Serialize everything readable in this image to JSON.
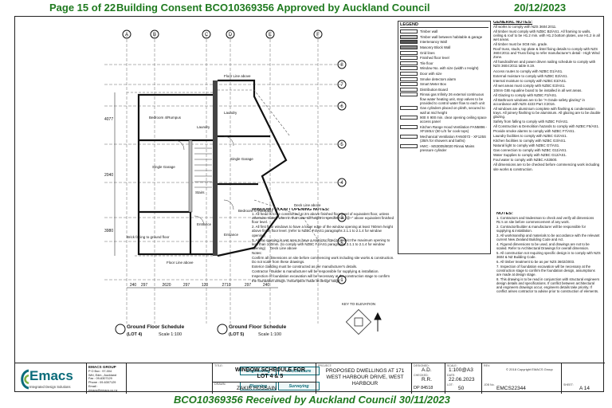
{
  "banner": {
    "page": "Page 15 of 22",
    "consent": "Building Consent BCO10369356 Approved by Auckland Council",
    "date": "20/12/2023"
  },
  "footer_banner": "BCO10369356 Received by Auckland Council 30/11/2023",
  "grid": {
    "columns": [
      "A",
      "B",
      "C",
      "D",
      "E",
      "F"
    ],
    "rows": [
      "8",
      "7",
      "6",
      "5",
      "4",
      "3",
      "2",
      "1"
    ]
  },
  "rooms": {
    "lot4": [
      "Bedroom 4/Rumpus",
      "Single Garage",
      "Entrance",
      "Laundry",
      "Stairs"
    ],
    "lot5": [
      "Laundry",
      "Single Garage",
      "Bedroom 4 (Rumpus)",
      "Entrance"
    ],
    "labels": [
      "Floor Line above",
      "Deck Line above",
      "Floor Line above",
      "Brick facing to ground floor",
      "Deck Line above"
    ]
  },
  "dims_bottom": [
    "240",
    "297",
    "2620",
    "297",
    "120",
    "2710",
    "297",
    "240"
  ],
  "dims_left": [
    "4077",
    "2040",
    "3980"
  ],
  "schedules": {
    "lot4_title": "Ground Floor Schedule",
    "lot4_lot": "(LOT 4)",
    "lot4_scale": "Scale 1:100",
    "lot5_title": "Ground Floor Schedule",
    "lot5_lot": "(LOT 5)",
    "lot5_scale": "Scale 1:100",
    "key": "KEY TO ELEVATION"
  },
  "legend": {
    "title": "LEGEND",
    "items": [
      {
        "label": "Timber wall",
        "fill": "#ffffff"
      },
      {
        "label": "Timber wall between habitable & garage",
        "fill": "#bdbdbd"
      },
      {
        "label": "Intertenancy Wall",
        "fill": "#555555"
      },
      {
        "label": "Masonry Block Wall",
        "fill": "#8a8a8a"
      },
      {
        "label": "Grid lines",
        "fill": "#ffffff"
      },
      {
        "label": "Finished floor level",
        "fill": "#ffffff"
      },
      {
        "label": "Tile floor",
        "fill": "#ffffff"
      },
      {
        "label": "Window No. with size (width x Height)",
        "fill": "#ffffff"
      },
      {
        "label": "Door with size",
        "fill": "#ffffff"
      },
      {
        "label": "Smoke detectors alarm",
        "fill": "#ffffff"
      },
      {
        "label": "Smart Meter Box",
        "fill": "#ffffff"
      },
      {
        "label": "Distribution Board",
        "fill": "#ffffff"
      },
      {
        "label": "Rinnai gas Infinity 26 external continuous flow water heating unit, stop valves to be provided to control water flow to each unit",
        "fill": "#ffffff"
      },
      {
        "label": "Gas cylinders placed on plinth, secured to wall at mid height",
        "fill": "#ffffff"
      },
      {
        "label": "900 X 900 min. clear opening ceiling space access panel",
        "fill": "#ffffff"
      },
      {
        "label": "Kitchen Range Hood Ventilation FAN5896 - XF150LV (50 L/S for cook tops)",
        "fill": "#ffffff"
      },
      {
        "label": "Mechanical Ventilation FAN0072 - XF125S (25l/s for showers and baths)",
        "fill": "#ffffff"
      },
      {
        "label": "HWC - MS3005/8020 Rinnai Mains pressure cylinder",
        "fill": "#ffffff"
      }
    ]
  },
  "general_notes": {
    "title": "GENERAL NOTES:",
    "items": [
      "All works to comply with NZS 3604:2011.",
      "All timber must comply with NZBC B2/AS1. All framing to walls, ceiling & roof to be H1.2 min. with H1.2 bottom plates, use H1.2 in all wet areas.",
      "All timber must be SG8 min. grade.",
      "Roof truss, studs, top plate & lintel fixing details to comply with NZS 3604:2011 and Truss fixing to refer manufacturer's detail - High Wind Zone.",
      "All handrail/men and power driven nailing schedule to comply with NZS 3604:2011 table 8.19.",
      "Access routes to comply with NZBC D1/AS1.",
      "External moisture to comply with NZBC E2/AS1.",
      "Internal moisture to comply with NZBC E3/AS1.",
      "All wet areas must comply with NZBC E3/AS1.",
      "10mm GIB Aqualine board to be installed in all wet areas.",
      "All Glazing to comply with NZBC F2/AS1.",
      "All Bathroom windows are to be \"A Grade safety glazing\" in accordance with NZS 4223 Part 3:2016.",
      "All windows are aluminium complete with flashing & condensation trays. All joinery flashing to be aluminium. All glazing are to be double glazing.",
      "Safety from falling to comply with NZBC F4/AS1.",
      "All Construction & Demolition hazards to comply with NZBC F5/AS1.",
      "Provide smoke alarms to comply with NZBC F7/AS1.",
      "Laundry facilities to comply with NZBC G2/AS1.",
      "Kitchen facilities to comply with NZBC G3/AS1.",
      "Natural light to comply with NZBC G7/AS1.",
      "Gas connection to comply with NZBC G11/AS1.",
      "Water Supplies to comply with NZBC G12/AS1.",
      "Foul water to comply with NZBC AS3500.",
      "All dimensions are to be checked before commencing work including site works & construction."
    ]
  },
  "notes_right": {
    "title": "NOTES:",
    "items": [
      "1. Contractors and tradesman to check and verify all dimensions RL's on site before commencement of any work.",
      "2. Contractor/builder & manufacturer will be responsible for supplying & installation.",
      "3. All workmanship and materials to be accordance with the relevant current New Zealand Building Code and Act.",
      "4. Figured dimensions to be used, and drawings are not to be scaled. Refer to Architectural Drawings for overall dimension.",
      "5. All construction not requiring specific design is to comply with NZS 3604 & NZ Building Code.",
      "6. All timber treatment to be as per NZS 3602/2003.",
      "7. Inspection of foundation excavation will be necessary at the construction stage to confirm the foundation design, assumptions are made at design stage.",
      "8. This drawing is to be read in conjunction with structural engineers design details and specifications. If conflict between architectural and engineers drawings occur, engineers details take priority. If conflict arises contractor to advise prior to construction of elements."
    ]
  },
  "window_notes": {
    "title": "WINDOW / DOOR / OPENING NOTES:",
    "items": [
      "1. All head is to be constructed at 2m above finished floor level of equivalent floor, unless otherwise noted, when in that case sill height is specified as \"@+\" above equivalent finished floor level.",
      "2. All first floor windows to have a lower edge of the window opening at least 760mm height above finish floor level. (refer to NZBC F4/AS1 paragraphs 2.1.1 to 2.1.4 for window opening)",
      "3. All the opening in wet area to have a restrictor fitted to restrict the maximum opening to less than 100mm. (to comply with NZBC F4/AS1 paragraphs 2.1.1 to 2.1.4 for window opening)",
      "Notes:",
      "Confirm all dimensions on site before commencing work including site works & construction. Do not scale from these drawings.",
      "Exterior cladding must be constructed as per manufacturer's details.",
      "Contractor / Builder & manufacturer will be responsible for supplying & installation.",
      "Inspection of foundation excavation will be necessary at the construction stage to confirm the foundation design. Assumption made at design stage."
    ]
  },
  "copyright": "© 2018 Copyright EMACS Group",
  "title_block": {
    "company": "EMACS GROUP",
    "address": [
      "P O Box : 97-004",
      "Wiri, Edm., Auckland",
      "Fax : 09-6307129",
      "Phone : 09-6307129",
      "Email : emacs@emacs.co.nz"
    ],
    "logo_word": "Emacs",
    "logo_sub": "Integrated Design Solutions",
    "services": [
      "Engineering",
      "Architecture",
      "Planning",
      "Surveying"
    ],
    "title_label": "TITLE:",
    "title": "WINDOW SCHEDULE FOR LOT 4 & 5",
    "drawn_label": "DRAWN:",
    "drawn": "ZAKIR HUSSAIN",
    "project_label": "PROJECT:",
    "project": "PROPOSED DWELLINGS AT 171 WEST HARBOUR DRIVE, WEST HARBOUR",
    "designed_label": "DESIGNED:",
    "designed": "A.D.",
    "checked_label": "CHECKED:",
    "checked": "R.R.",
    "dp_label": "DP",
    "dp": "DP 84518",
    "scale_label": "SCALE:",
    "scale": "1:100@A3",
    "date_label": "DATE:",
    "date": "22.06.2023",
    "lot_label": "LOT:",
    "lot": "50",
    "job_label": "JOB No.",
    "job": "EMCS22344",
    "sheet_label": "SHEET:",
    "sheet": "A 14",
    "rev_label": "REV:"
  }
}
